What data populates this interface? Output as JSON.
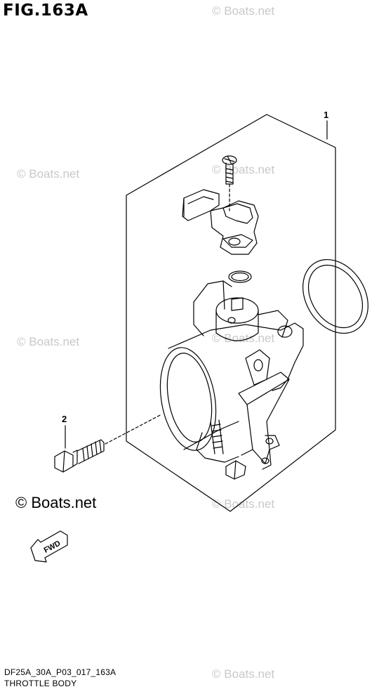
{
  "figure": {
    "title": "FIG.163A",
    "code": "DF25A_30A_P03_017_163A",
    "caption": "THROTTLE BODY"
  },
  "watermark": "© Boats.net",
  "callouts": [
    "1",
    "2"
  ],
  "fwd_label": "FWD"
}
